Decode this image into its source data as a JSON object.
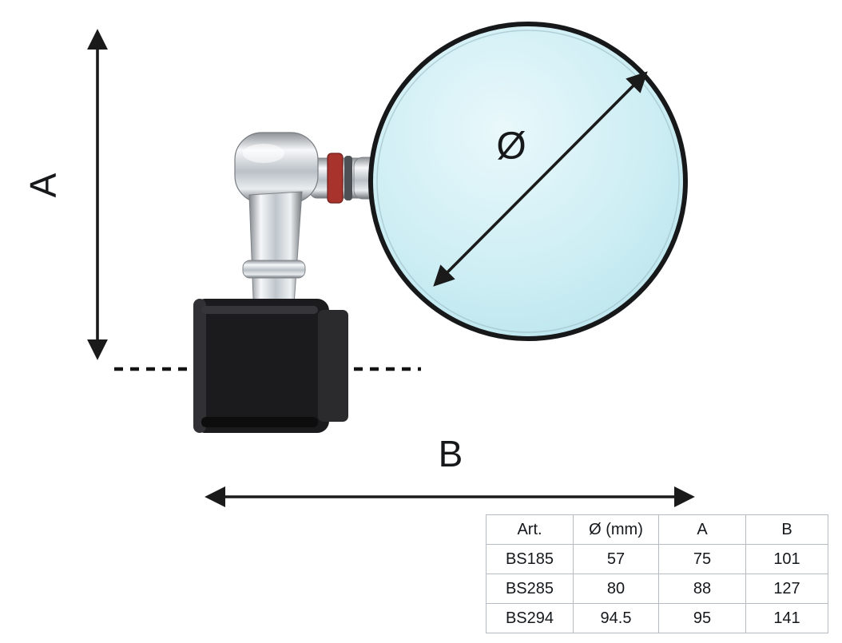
{
  "diagram": {
    "dimension_a_label": "A",
    "dimension_b_label": "B",
    "diameter_symbol": "Ø"
  },
  "colors": {
    "mirror_fill": "#cdeef4",
    "outline": "#17181a",
    "clamp_black": "#1b1b1d",
    "red_ring": "#a8322c"
  },
  "table": {
    "headers": [
      "Art.",
      "Ø (mm)",
      "A",
      "B"
    ],
    "rows": [
      {
        "art": "BS185",
        "diameter_mm": "57",
        "a": "75",
        "b": "101"
      },
      {
        "art": "BS285",
        "diameter_mm": "80",
        "a": "88",
        "b": "127"
      },
      {
        "art": "BS294",
        "diameter_mm": "94.5",
        "a": "95",
        "b": "141"
      }
    ]
  }
}
